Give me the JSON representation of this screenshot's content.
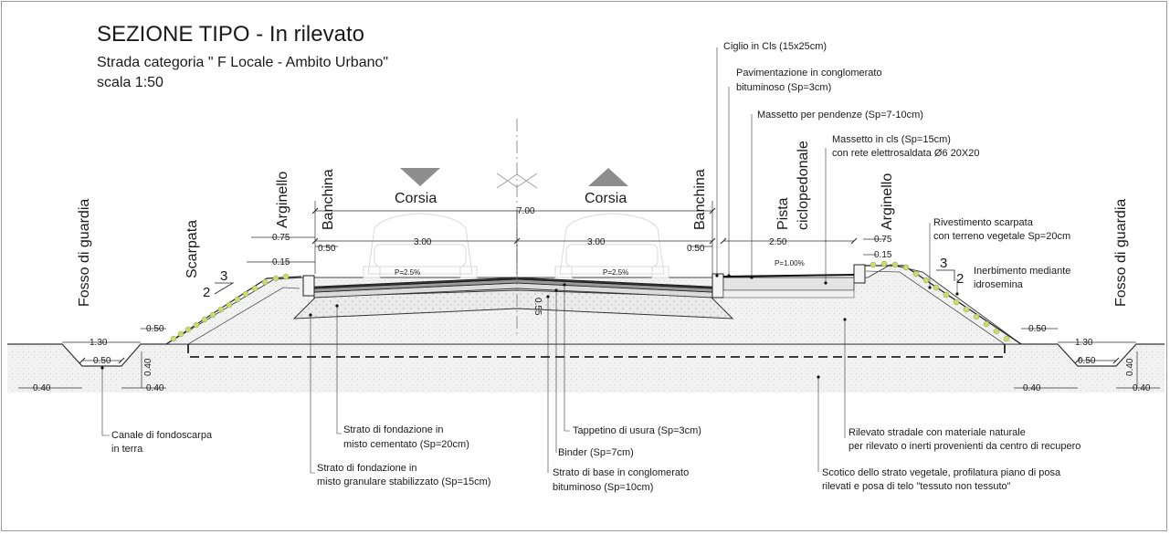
{
  "title": "SEZIONE TIPO - In rilevato",
  "subtitle": "Strada categoria \" F Locale - Ambito Urbano\"",
  "scale": "scala 1:50",
  "zones": {
    "fosso_sx": "Fosso di guardia",
    "scarpata": "Scarpata",
    "arginello_sx": "Arginello",
    "banchina_sx": "Banchina",
    "corsia_sx": "Corsia",
    "corsia_dx": "Corsia",
    "banchina_dx": "Banchina",
    "pista_1": "Pista",
    "pista_2": "ciclopedonale",
    "arginello_dx": "Arginello",
    "fosso_dx": "Fosso di guardia"
  },
  "dims": {
    "total": "7.00",
    "lane_sx": "3.00",
    "lane_dx": "3.00",
    "arg_sx_075": "0.75",
    "arg_sx_015": "0.15",
    "ban_sx": "0.50",
    "ban_dx": "0.50",
    "pista": "2.50",
    "arg_dx_075": "0.75",
    "arg_dx_015": "0.15",
    "thickness": "0.55",
    "ditch_sx_top": "1.30",
    "ditch_sx_bot": "0.50",
    "ditch_sx_off": "0.50",
    "ditch_sx_depth": "0.40",
    "ditch_sx_l": "0.40",
    "ditch_sx_r": "0.40",
    "ditch_dx_top": "1.30",
    "ditch_dx_bot": "0.50",
    "ditch_dx_off": "0.50",
    "ditch_dx_depth": "0.40",
    "ditch_dx_l": "0.40",
    "ditch_dx_r": "0.40"
  },
  "slopes": {
    "left": "P=2.5%",
    "right": "P=2.5%",
    "bike": "P=1.00%",
    "ratio_sx_h": "3",
    "ratio_sx_v": "2",
    "ratio_dx_h": "3",
    "ratio_dx_v": "2"
  },
  "notes": {
    "ciglio": "Ciglio in Cls (15x25cm)",
    "pav_1": "Pavimentazione in conglomerato",
    "pav_2": "bituminoso (Sp=3cm)",
    "massetto_pend": "Massetto per pendenze (Sp=7-10cm)",
    "massetto_cls_1": "Massetto in cls  (Sp=15cm)",
    "massetto_cls_2": "con rete elettrosaldata Ø6 20X20",
    "rivest_1": "Rivestimento scarpata",
    "rivest_2": "con terreno vegetale Sp=20cm",
    "inerb_1": "Inerbimento mediante",
    "inerb_2": "idrosemina",
    "canale_1": "Canale di fondoscarpa",
    "canale_2": "in terra",
    "fond_cem_1": "Strato di fondazione in",
    "fond_cem_2": "misto cementato (Sp=20cm)",
    "fond_gran_1": "Strato di fondazione in",
    "fond_gran_2": "misto granulare stabilizzato (Sp=15cm)",
    "tappetino": "Tappetino di usura (Sp=3cm)",
    "binder": "Binder (Sp=7cm)",
    "base_1": "Strato di base in conglomerato",
    "base_2": "bituminoso  (Sp=10cm)",
    "rilevato_1": "Rilevato stradale con materiale naturale",
    "rilevato_2": "per rilevato o inerti provenienti da centro di recupero",
    "scotico_1": "Scotico dello strato vegetale, profilatura piano di posa",
    "scotico_2": "rilevati e posa di telo \"tessuto non tessuto\""
  }
}
